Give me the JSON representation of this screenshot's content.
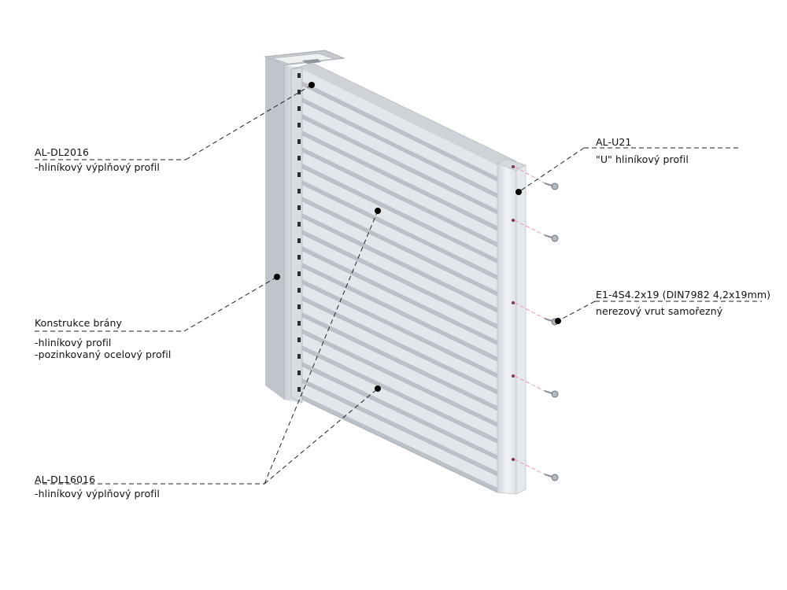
{
  "labels": {
    "dl2016": {
      "code": "AL-DL2016",
      "desc": "-hliníkový výplňový profil"
    },
    "frame": {
      "title": "Konstrukce brány",
      "line1": "-hliníkový profil",
      "line2": "-pozinkovaný ocelový profil"
    },
    "dl16016": {
      "code": "AL-DL16016",
      "desc": "-hliníkový výplňový profil"
    },
    "u21": {
      "code": "AL-U21",
      "desc": "\"U\" hliníkový profil"
    },
    "screw": {
      "code": "E1-4S4.2x19 (DIN7982 4,2x19mm)",
      "desc": "nerezový vrut samořezný"
    }
  },
  "colors": {
    "post_front": "#d4d7dc",
    "post_side": "#b9bdc3",
    "slat_light": "#e3e6ea",
    "slat_shadow": "#bcc1c7",
    "u_profile": "#e9ecef",
    "leader": "#222222",
    "screw_guide": "#e59ab0"
  },
  "slat_count": 20,
  "screw_count": 5
}
